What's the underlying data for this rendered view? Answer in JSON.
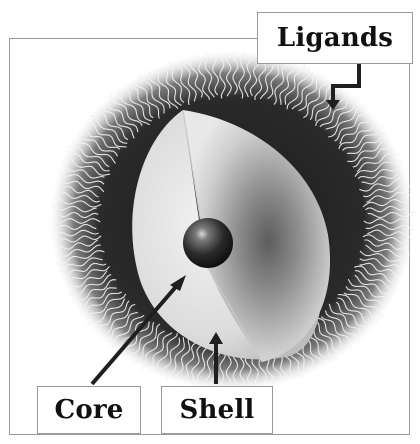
{
  "labels": {
    "ligands": "Ligands",
    "core": "Core",
    "shell": "Shell"
  },
  "colors": {
    "frame": "#9a9a9a",
    "shell_light": "#e6e6e6",
    "shell_dark": "#6e6e6e",
    "halo_dark": "#1e1e1e",
    "ligand_strand": "#f2f2f2",
    "core": "#2a2a2a",
    "arrow": "#1f1f1f"
  }
}
